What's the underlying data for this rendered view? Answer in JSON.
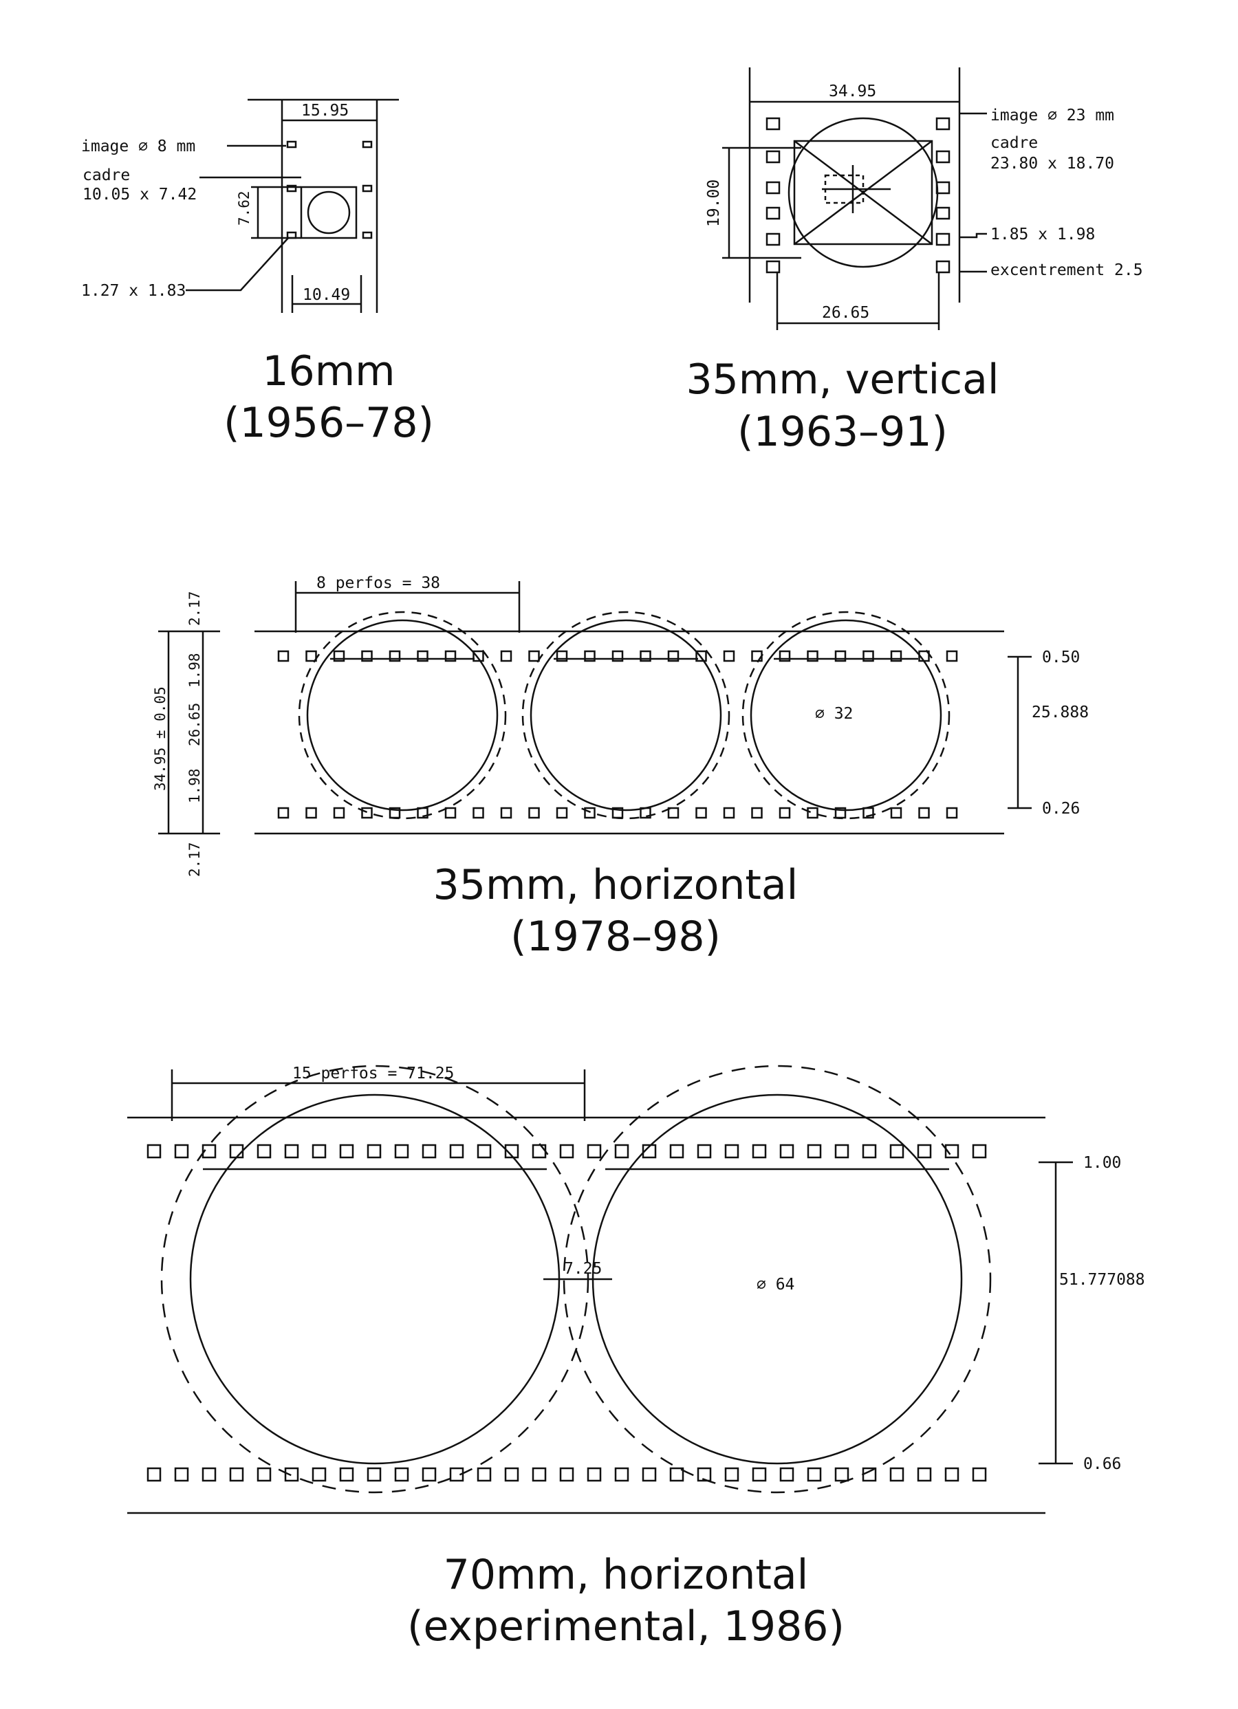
{
  "diagrams": {
    "d16": {
      "caption_line1": "16mm",
      "caption_line2": "(1956–78)",
      "width": "15.95",
      "image": "image ∅ 8 mm",
      "cadre_label": "cadre",
      "cadre_value": "10.05 x 7.42",
      "vertical": "7.62",
      "perf": "1.27 x 1.83",
      "bottom": "10.49"
    },
    "d35v": {
      "caption_line1": "35mm, vertical",
      "caption_line2": "(1963–91)",
      "width": "34.95",
      "image": "image ∅ 23 mm",
      "cadre_label": "cadre",
      "cadre_value": "23.80 x 18.70",
      "height": "19.00",
      "perf": "1.85 x 1.98",
      "excentrement": "excentrement  2.5",
      "bottom": "26.65"
    },
    "d35h": {
      "caption_line1": "35mm, horizontal",
      "caption_line2": "(1978–98)",
      "pitch": "8 perfos  =  38",
      "left_total": "34.95 ± 0.05",
      "left_inner": "26.65",
      "left_perf_top": "1.98",
      "left_perf_bottom": "1.98",
      "left_margin_top": "2.17",
      "left_margin_bottom": "2.17",
      "right_top": "0.50",
      "right_mid": "25.888",
      "right_bottom": "0.26",
      "diameter": "∅ 32"
    },
    "d70h": {
      "caption_line1": "70mm, horizontal",
      "caption_line2": "(experimental, 1986)",
      "pitch": "15 perfos  =  71.25",
      "gap": "7.25",
      "diameter": "∅ 64",
      "right_top": "1.00",
      "right_mid": "51.777088",
      "right_bottom": "0.66"
    }
  }
}
